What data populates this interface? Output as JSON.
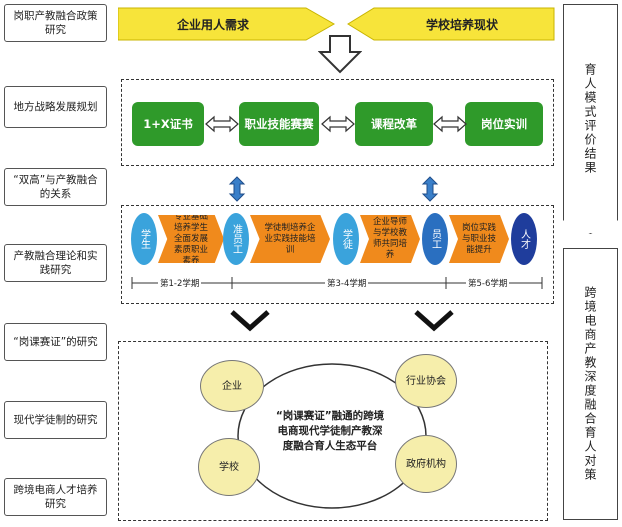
{
  "left_labels": [
    "岗职产教融合政策研究",
    "地方战略发展规划",
    "“双高”与产教融合的关系",
    "产教融合理论和实践研究",
    "“岗课赛证”的研究",
    "现代学徒制的研究",
    "跨境电商人才培养研究"
  ],
  "top": {
    "left_banner": "企业用人需求",
    "right_banner": "学校培养现状"
  },
  "pills": [
    "1+X证书",
    "职业技能赛赛",
    "课程改革",
    "岗位实训"
  ],
  "stage_row": {
    "ellipses": [
      "学生",
      "准员工",
      "学徒",
      "员工",
      "人才"
    ],
    "chevrons": [
      "专业基础培养学生全面发展素质职业素养",
      "学徒制培养企业实践技能培训",
      "企业导师与学校教师共同培养",
      "岗位实践与职业技能提升"
    ],
    "periods": [
      "第1-2学期",
      "第3-4学期",
      "第5-6学期"
    ]
  },
  "bottom": {
    "center": "“岗课赛证”融通的跨境电商现代学徒制产教深度融合育人生态平台",
    "circles": [
      "企业",
      "行业协会",
      "学校",
      "政府机构"
    ]
  },
  "right_labels": [
    "育人模式评价结果",
    "跨境电商产教深度融合育人对策"
  ],
  "colors": {
    "green": "#2f9a2a",
    "yellow": "#f7e43a",
    "orange": "#f08a1c",
    "blue": "#3aa3dc",
    "navy": "#1f3d9c"
  }
}
